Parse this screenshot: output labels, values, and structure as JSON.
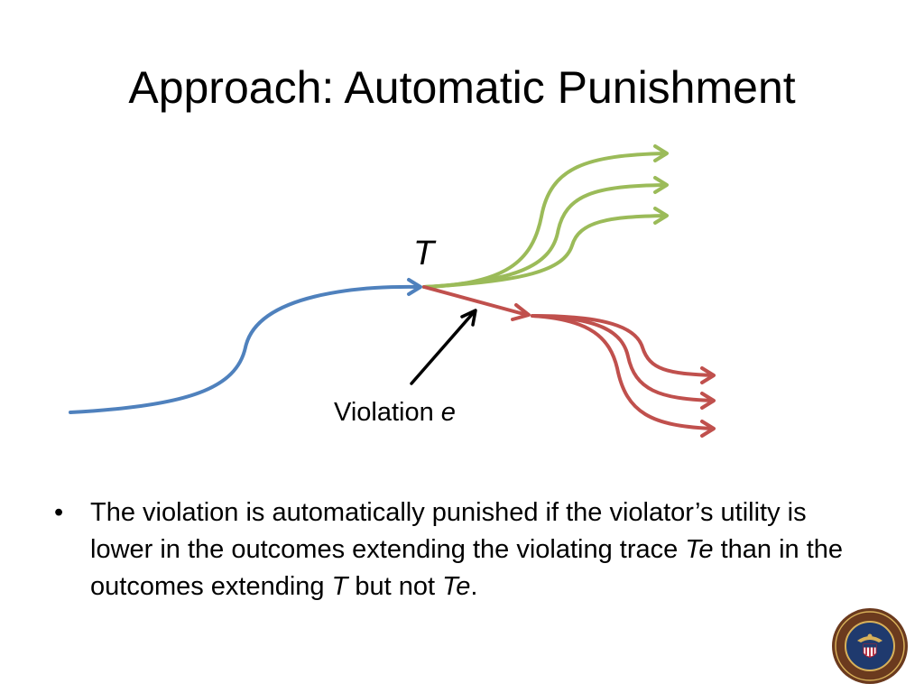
{
  "slide": {
    "title": "Approach: Automatic Punishment"
  },
  "diagram": {
    "label_t": "T",
    "violation_prefix": "Violation ",
    "violation_var": "e",
    "colors": {
      "trace": "#4f81bd",
      "good": "#9bbb59",
      "bad": "#c0504d",
      "arrow": "#000000"
    }
  },
  "bullet": {
    "marker": "•",
    "parts": [
      {
        "text": "The violation is automatically punished if the violator’s utility is lower in the outcomes extending the violating trace ",
        "italic": false
      },
      {
        "text": "Te",
        "italic": true
      },
      {
        "text": " than in the outcomes extending ",
        "italic": false
      },
      {
        "text": "T",
        "italic": true
      },
      {
        "text": " but not ",
        "italic": false
      },
      {
        "text": "Te",
        "italic": true
      },
      {
        "text": ".",
        "italic": false
      }
    ]
  },
  "seal": {
    "icon": "navy-seal-icon",
    "colors": {
      "ring": "#6b3a1e",
      "field": "#1f3a6e",
      "gold": "#d8b15a"
    }
  }
}
